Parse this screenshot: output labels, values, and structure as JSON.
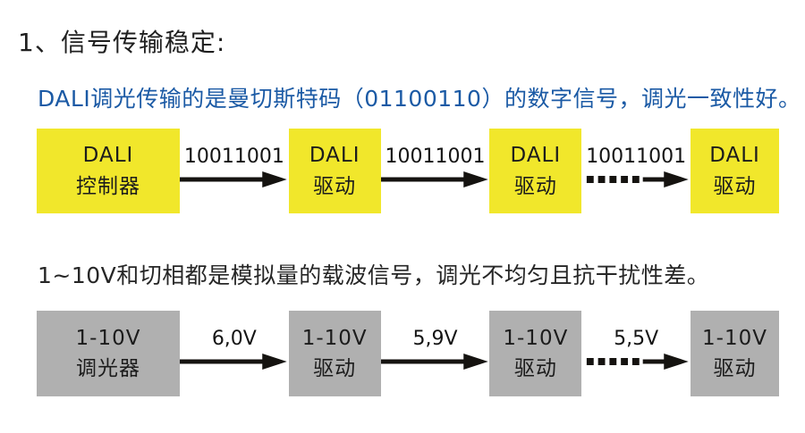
{
  "page": {
    "title": "1、信号传输稳定:",
    "dali_note": "DALI调光传输的是曼切斯特码（01100110）的数字信号，调光一致性好。",
    "analog_note": "1~10V和切相都是模拟量的载波信号，调光不均匀且抗干扰性差。"
  },
  "colors": {
    "dali_box": "#f1e72b",
    "analog_box": "#b0b0b0",
    "dali_note_blue": "#1b5aa5",
    "text_dark": "#1f1f1f",
    "arrow_black": "#151310"
  },
  "dali_flow": {
    "nodes": [
      {
        "line1": "DALI",
        "line2": "控制器"
      },
      {
        "line1": "DALI",
        "line2": "驱动"
      },
      {
        "line1": "DALI",
        "line2": "驱动"
      },
      {
        "line1": "DALI",
        "line2": "驱动"
      }
    ],
    "arrows": [
      {
        "label": "10011001",
        "style": "solid"
      },
      {
        "label": "10011001",
        "style": "solid"
      },
      {
        "label": "10011001",
        "style": "dashed"
      }
    ]
  },
  "analog_flow": {
    "nodes": [
      {
        "line1": "1-10V",
        "line2": "调光器"
      },
      {
        "line1": "1-10V",
        "line2": "驱动"
      },
      {
        "line1": "1-10V",
        "line2": "驱动"
      },
      {
        "line1": "1-10V",
        "line2": "驱动"
      }
    ],
    "arrows": [
      {
        "label": "6,0V",
        "style": "solid"
      },
      {
        "label": "5,9V",
        "style": "solid"
      },
      {
        "label": "5,5V",
        "style": "dashed"
      }
    ]
  }
}
